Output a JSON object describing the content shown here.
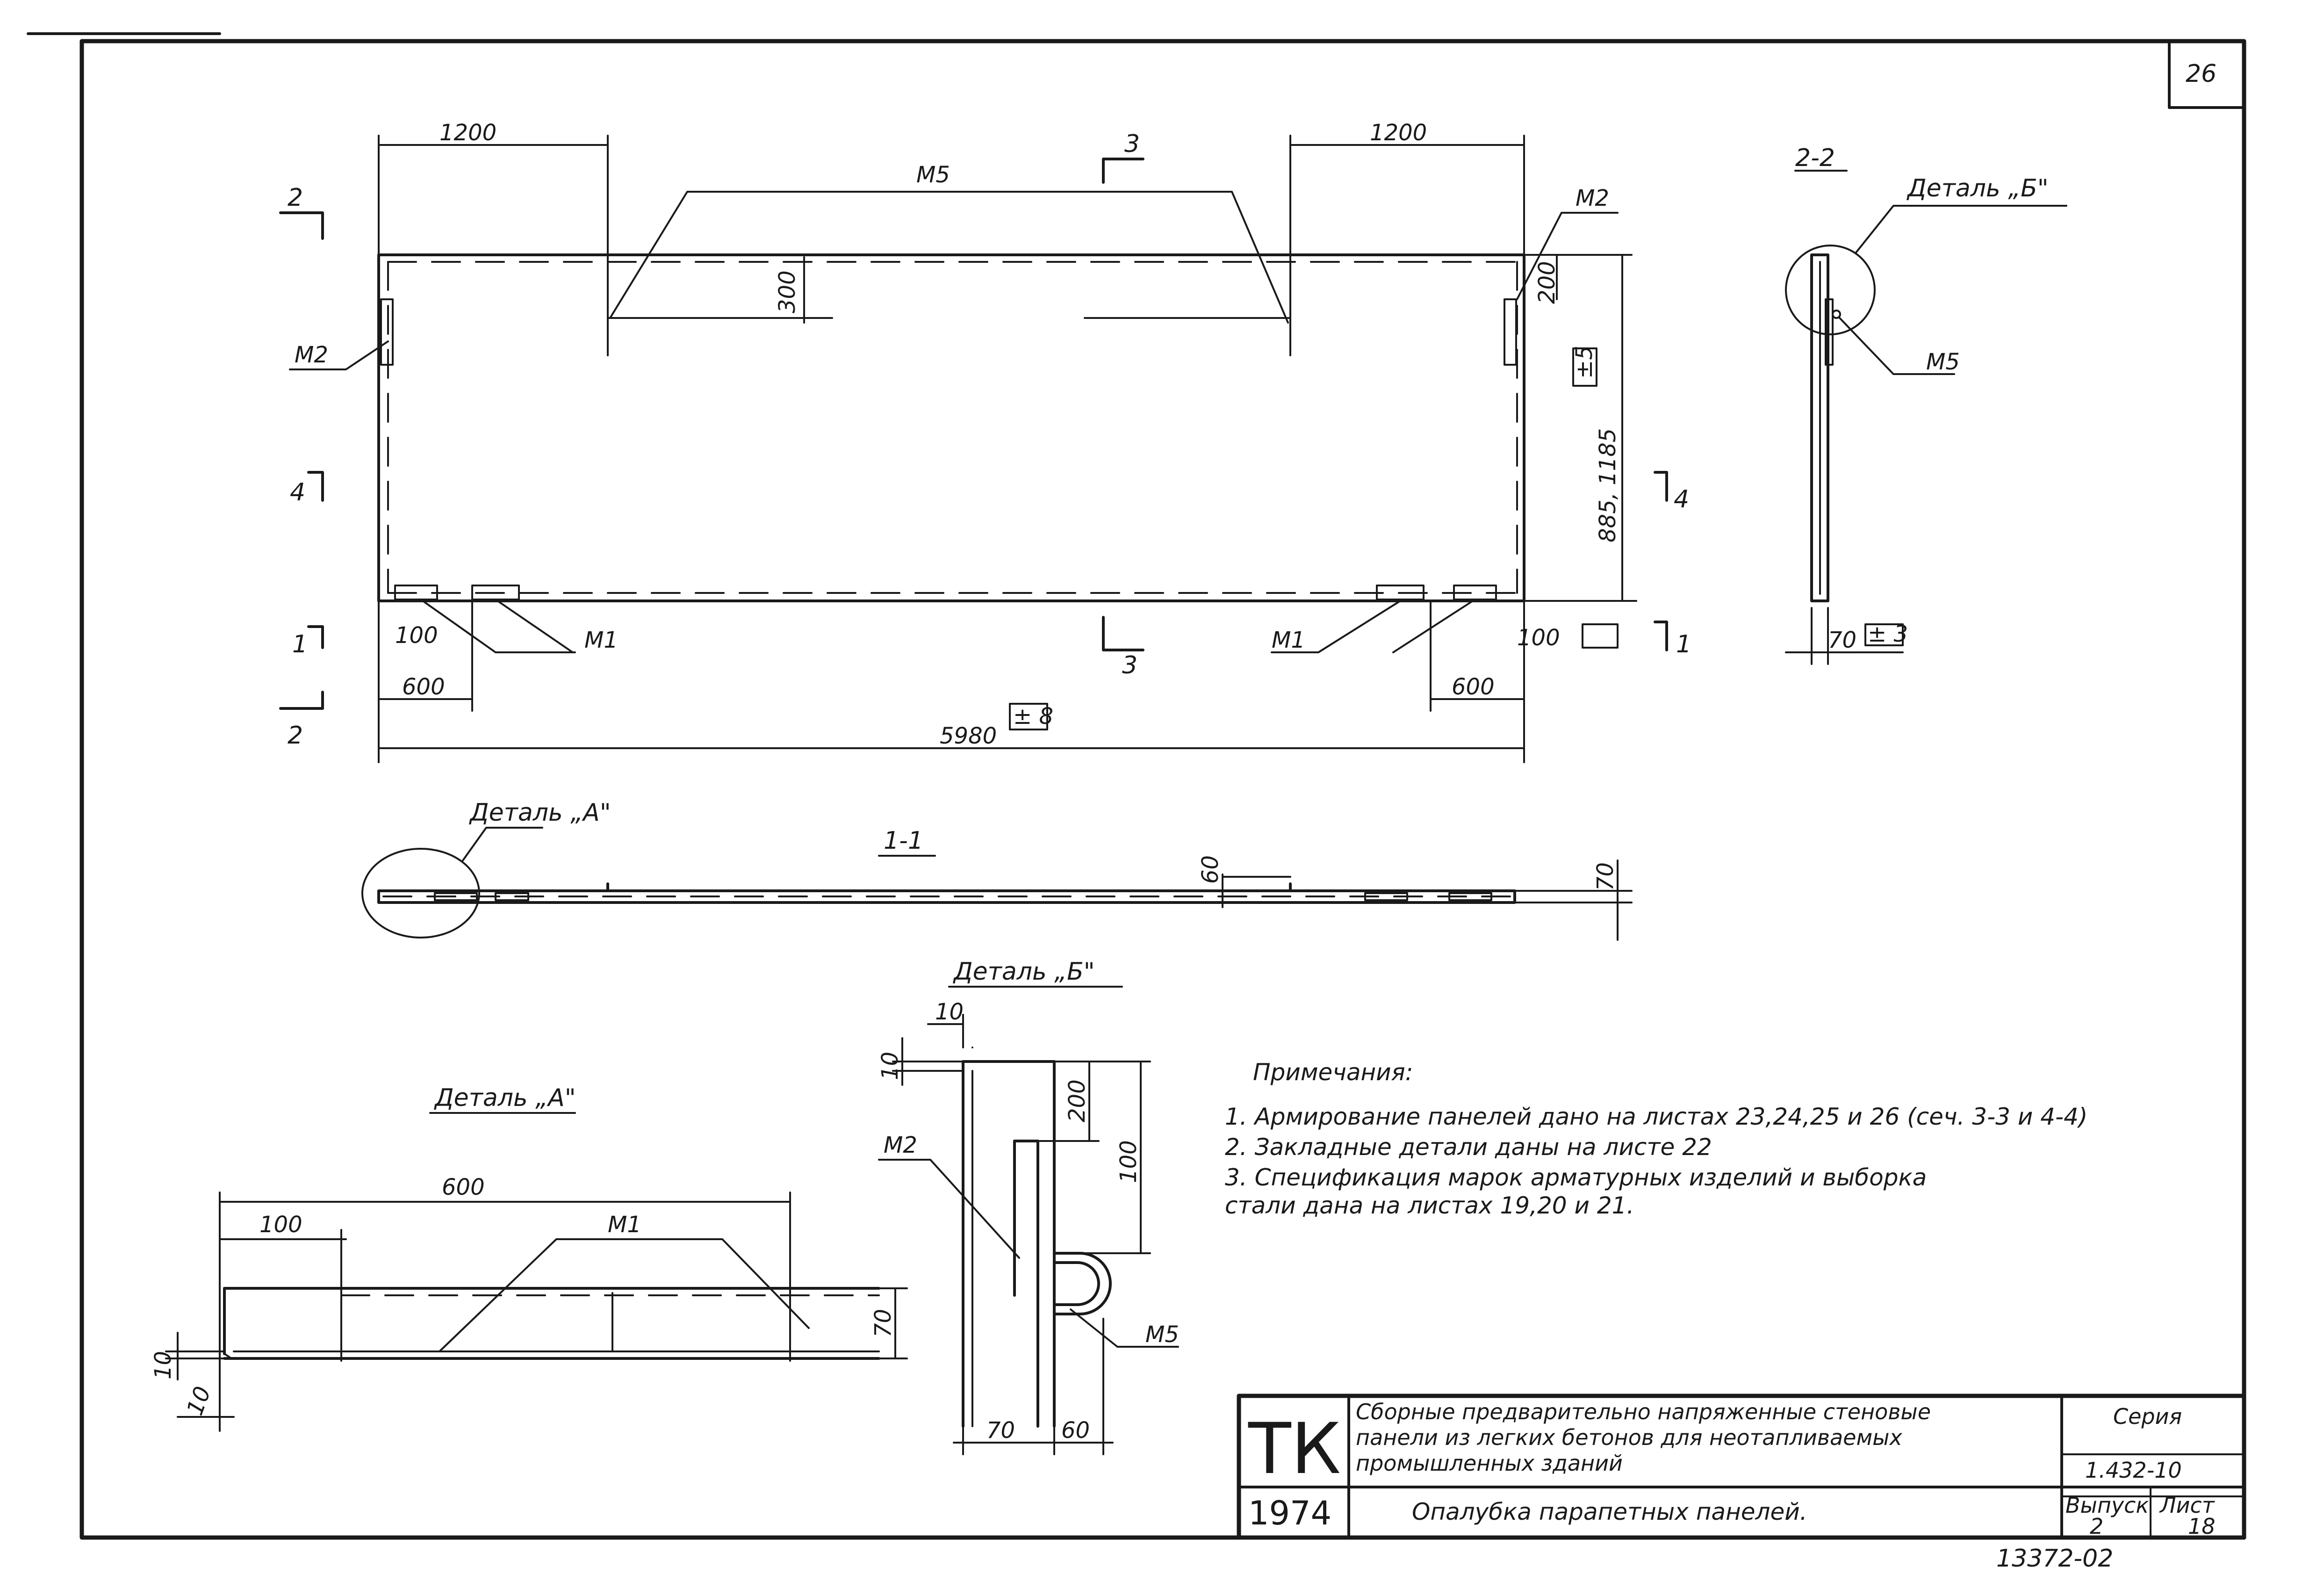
{
  "sheet": {
    "corner_number": "26",
    "bottom_code": "13372-02"
  },
  "plan": {
    "dim_top_left": "1200",
    "dim_top_right": "1200",
    "mark_m5": "М5",
    "mark_m2_right": "М2",
    "mark_m2_left": "М2",
    "mark_m1_left": "М1",
    "mark_m1_right": "М1",
    "dim_300": "300",
    "dim_200": "200",
    "dim_height": "885, 1185",
    "tol_height": "±5",
    "dim_100_left": "100",
    "dim_100_right": "100",
    "dim_600_left": "600",
    "dim_600_right": "600",
    "dim_length": "5980",
    "tol_length": "± 8",
    "sec_2_top": "2",
    "sec_2_bottom": "2",
    "sec_3_top": "3",
    "sec_3_bottom": "3",
    "sec_4_left": "4",
    "sec_4_right": "4",
    "sec_1_left": "1",
    "sec_1_right": "1"
  },
  "section_2_2": {
    "title": "2-2",
    "detail_label": "Деталь „Б\"",
    "mark_m5": "М5",
    "dim_70": "70",
    "tol": "± 3"
  },
  "section_1_1": {
    "title": "1-1",
    "detail_label": "Деталь „А\"",
    "dim_60": "60",
    "dim_70": "70"
  },
  "detail_a": {
    "title": "Деталь „А\"",
    "dim_600": "600",
    "dim_100": "100",
    "mark_m1": "М1",
    "dim_70": "70",
    "dim_10_vert": "10",
    "dim_10_horiz": "10"
  },
  "detail_b": {
    "title": "Деталь „Б\"",
    "dim_10_top": "10",
    "dim_10_left": "10",
    "dim_200": "200",
    "dim_100": "100",
    "mark_m2": "М2",
    "mark_m5": "М5",
    "dim_70": "70",
    "dim_60": "60"
  },
  "notes": {
    "heading": "Примечания:",
    "items": [
      "1.  Армирование панелей дано на листах 23,24,25 и 26 (сеч. 3-3 и 4-4)",
      "2.  Закладные детали даны на листе 22",
      "3.  Спецификация марок арматурных изделий и выборка",
      "     стали дана на листах 19,20 и 21."
    ]
  },
  "title_block": {
    "logo": "ТК",
    "year": "1974",
    "description_lines": [
      "Сборные предварительно напряженные стеновые",
      "панели из легких бетонов для неотапливаемых",
      "промышленных зданий"
    ],
    "sheet_title": "Опалубка парапетных панелей.",
    "series_label": "Серия",
    "series_value": "1.432-10",
    "issue_label": "Выпуск",
    "issue_value": "2",
    "sheet_label": "Лист",
    "sheet_value": "18"
  }
}
